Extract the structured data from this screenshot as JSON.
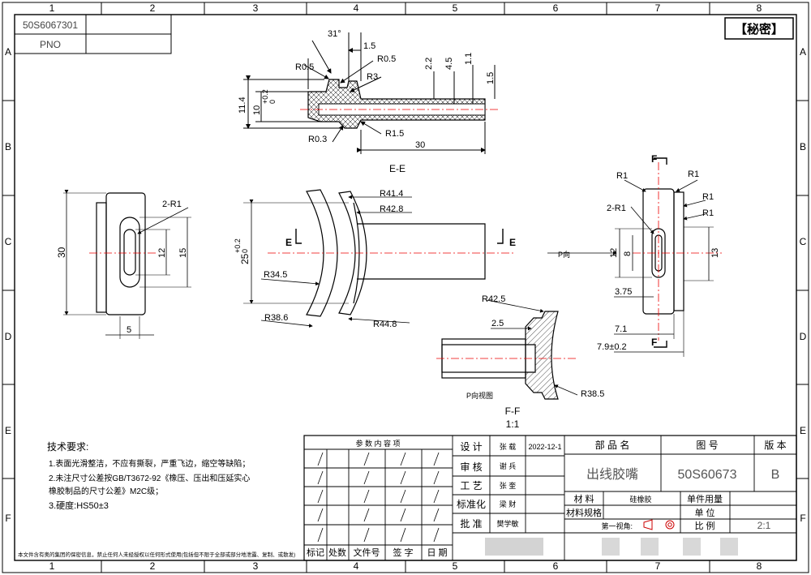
{
  "frame": {
    "col_numbers": [
      "1",
      "2",
      "3",
      "4",
      "5",
      "6",
      "7",
      "8"
    ],
    "row_letters": [
      "A",
      "B",
      "C",
      "D",
      "E",
      "F"
    ]
  },
  "top_left_box": {
    "part_code": "50S6067301",
    "pno_label": "PNO"
  },
  "secret_label": "【秘密】",
  "views": {
    "section_ee": {
      "title": "E-E",
      "dims": [
        "31°",
        "1.5",
        "R0.5",
        "R0.5",
        "R3",
        "2.2",
        "4.5",
        "1.1",
        "1.5",
        "11.4",
        "10",
        "+0.2",
        "0",
        "R0.3",
        "R1.5",
        "30"
      ]
    },
    "left_view": {
      "dims": [
        "30",
        "2-R1",
        "12",
        "15",
        "5"
      ]
    },
    "front_view": {
      "dims": [
        "R41.4",
        "R42.8",
        "25",
        "+0.2",
        "0",
        "R34.5",
        "R38.6",
        "R44.8"
      ],
      "cut_label": "E"
    },
    "right_view": {
      "dims": [
        "R1",
        "R1",
        "R1",
        "R1",
        "2-R1",
        "12",
        "8",
        "13",
        "3.75",
        "7.1",
        "7.9±0.2"
      ],
      "cut_label": "F",
      "p_dir": "P向"
    },
    "section_ff": {
      "title": "F-F",
      "scale": "1:1",
      "dims": [
        "R42.5",
        "2.5",
        "R38.5"
      ],
      "p_view_label": "P向视图"
    }
  },
  "notes": {
    "title": "技术要求:",
    "lines": [
      "1.表面光滑整洁，不应有撕裂，严重飞边，缩空等缺陷；",
      "2.未注尺寸公差按GB/T3672-92《橡压、压出和压延实心",
      "    橡胶制品的尺寸公差》M2C级；",
      "3.硬度:HS50±3"
    ]
  },
  "title_block": {
    "ref_header": "参 数 内 容 项",
    "rev_headers": [
      "标记",
      "处数",
      "文件号",
      "签 字",
      "日 期"
    ],
    "roles": [
      "设 计",
      "审 核",
      "工 艺",
      "标准化",
      "批 准"
    ],
    "names": [
      "张 载",
      "谢 兵",
      "张 奎",
      "梁 财",
      "樊学敏"
    ],
    "date": "2022-12-1",
    "part_name_label": "部 品 名",
    "drawing_no_label": "图 号",
    "version_label": "版 本",
    "part_name": "出线胶嘴",
    "drawing_no": "50S60673",
    "version": "B",
    "material_label": "材 料",
    "material": "硅橡胶",
    "spec_label": "材料规格",
    "qty_label": "单件用量",
    "unit_label": "单 位",
    "scale_label": "比 例",
    "scale": "2:1",
    "projection_label": "第一视角:"
  },
  "footer_disclaimer": "本文件含有奥的集团的保密信息，禁止任何人未经授权以任何形式使用(包括但不限于全部或部分地泄露、复制、或散发)"
}
